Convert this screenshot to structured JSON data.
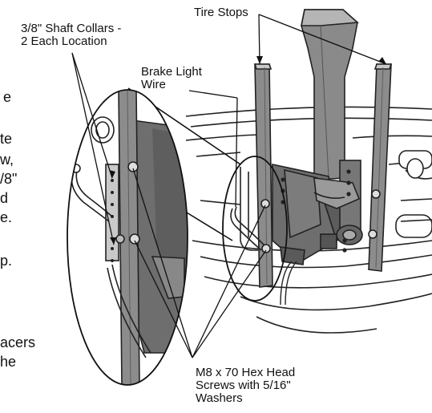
{
  "callouts": {
    "tire_stops": "Tire Stops",
    "shaft_collars_line1": "3/8\" Shaft Collars -",
    "shaft_collars_line2": "2 Each Location",
    "brake_light_line1": "Brake Light",
    "brake_light_line2": "Wire",
    "hex_screws_line1": "M8 x 70 Hex Head",
    "hex_screws_line2": "Screws with 5/16\"",
    "hex_screws_line3": "Washers"
  },
  "left_text_fragments": [
    "e",
    "te",
    "w,",
    "/8\"",
    "d",
    "e.",
    "p.",
    "acers",
    "he"
  ],
  "colors": {
    "stroke": "#222222",
    "bar_fill": "#8c8c8c",
    "plate_fill": "#6e6e6e",
    "mast_fill": "#8a8a8a",
    "shadow_fill": "#5a5a5a"
  }
}
